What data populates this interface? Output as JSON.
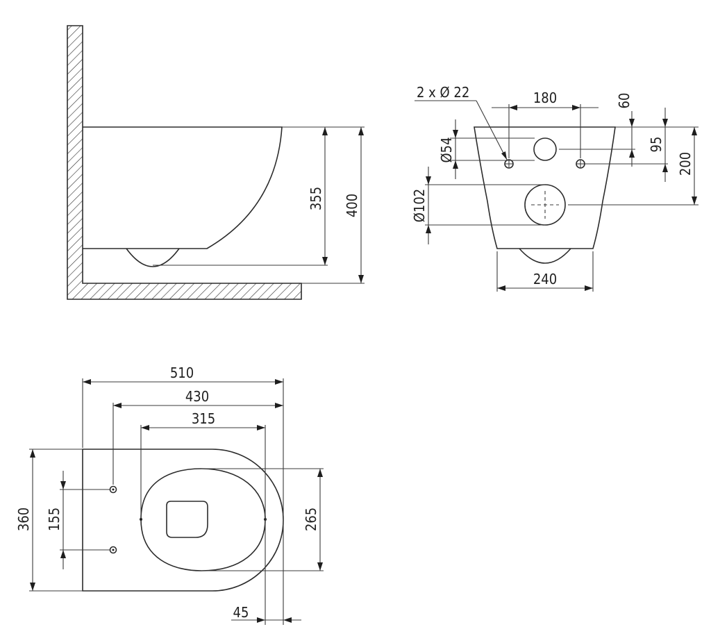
{
  "side_view": {
    "dim_355": "355",
    "dim_400": "400"
  },
  "back_view": {
    "holes_label": "2 x Ø 22",
    "dim_180": "180",
    "dim_60": "60",
    "dim_95": "95",
    "dim_200": "200",
    "dim_d54": "Ø54",
    "dim_d102": "Ø102",
    "dim_240": "240"
  },
  "top_view": {
    "dim_510": "510",
    "dim_430": "430",
    "dim_315": "315",
    "dim_360": "360",
    "dim_155": "155",
    "dim_265": "265",
    "dim_45": "45"
  }
}
